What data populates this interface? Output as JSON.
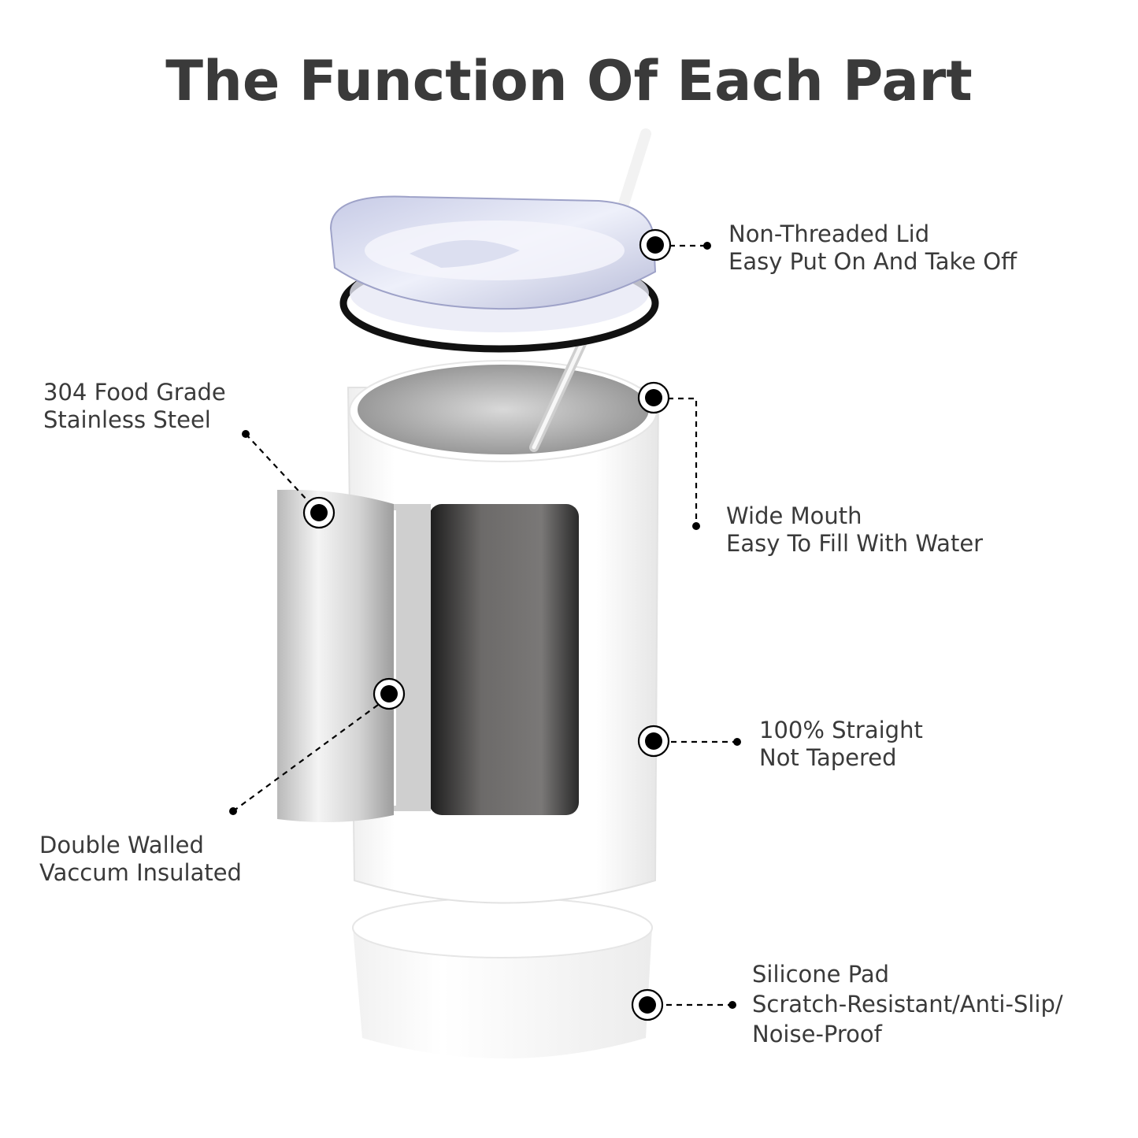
{
  "title": "The Function Of Each Part",
  "colors": {
    "accent": "#000000",
    "text": "#3a3a3a",
    "body": "#ffffff",
    "steel": "#b5b5b5",
    "inner": "#6f6d6c"
  },
  "callouts": {
    "lid": {
      "line1": "Non-Threaded Lid",
      "line2": "Easy Put On And Take Off"
    },
    "steel": {
      "line1": "304 Food Grade",
      "line2": "Stainless Steel"
    },
    "mouth": {
      "line1": "Wide Mouth",
      "line2": "Easy To Fill With Water"
    },
    "straight": {
      "line1": "100% Straight",
      "line2": "Not Tapered"
    },
    "insulated": {
      "line1": "Double Walled",
      "line2": "Vaccum Insulated"
    },
    "pad": {
      "line1": "Silicone Pad",
      "line2": "Scratch-Resistant/Anti-Slip/",
      "line3": "Noise-Proof"
    }
  }
}
